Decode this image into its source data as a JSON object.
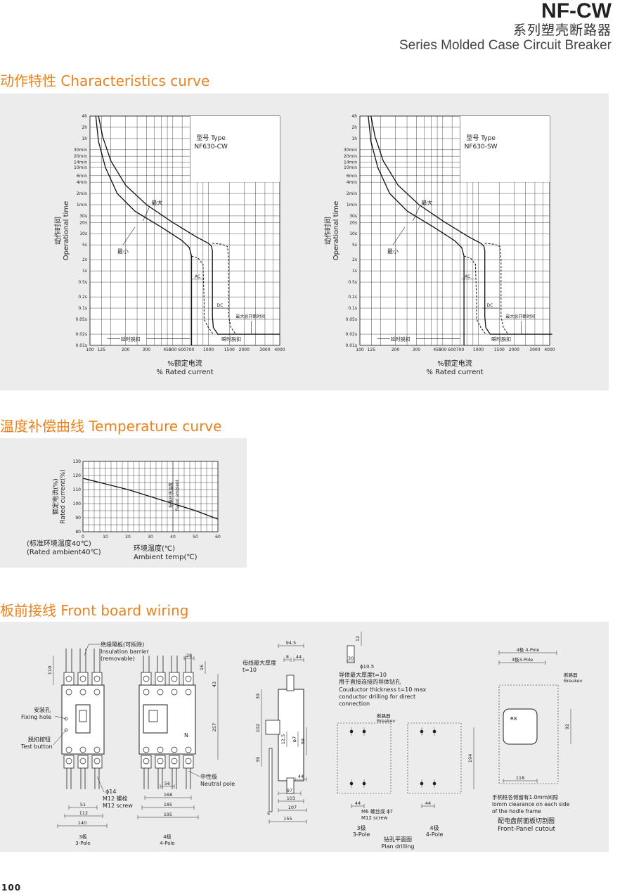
{
  "header": {
    "model": "NF-CW",
    "title_zh": "系列塑壳断路器",
    "title_en": "Series Molded Case Circuit Breaker"
  },
  "sections": {
    "characteristics": "动作特性  Characteristics curve",
    "temperature": "温度补偿曲线 Temperature curve",
    "wiring": "板前接线  Front board wiring"
  },
  "curves": {
    "time_ticks": [
      "4h",
      "2h",
      "1h",
      "30min",
      "20min",
      "14min",
      "10min",
      "6min",
      "4min",
      "2min",
      "1min",
      "30s",
      "20s",
      "10s",
      "5s",
      "2s",
      "1s",
      "0.5s",
      "0.2s",
      "0.1s",
      "0.05s",
      "0.02s",
      "0.01s"
    ],
    "current_ticks": [
      "100",
      "125",
      "200",
      "300",
      "450",
      "500",
      "600",
      "700",
      "1000",
      "1500",
      "2000",
      "3000",
      "4000"
    ],
    "ylabel_zh": "动作时间",
    "ylabel_en": "Operational time",
    "xlabel_zh": "%额定电流",
    "xlabel_en": "% Rated current",
    "max_label": "最大",
    "min_label": "最小",
    "ac_label": "AC",
    "dc_label": "DC",
    "max_break_label": "最大总开断时间",
    "delay_label": "延时脱扣",
    "instant_label": "瞬时脱扣",
    "chart1": {
      "type_label": "型号 Type",
      "model": "NF630-CW"
    },
    "chart2": {
      "type_label": "型号 Type",
      "model": "NF630-SW"
    }
  },
  "temperature": {
    "chart_data": {
      "type": "line",
      "x": [
        0,
        10,
        20,
        30,
        40,
        50,
        60
      ],
      "y": [
        118,
        114,
        110,
        105,
        100,
        95,
        89
      ],
      "xlim": [
        0,
        60
      ],
      "ylim": [
        80,
        130
      ],
      "xticks": [
        "0",
        "10",
        "20",
        "30",
        "40",
        "50",
        "60"
      ],
      "yticks": [
        "130",
        "120",
        "110",
        "100",
        "90",
        "80"
      ],
      "ylabel_zh": "额定电流(%)",
      "ylabel_en": "Rated current(%)",
      "xlabel_zh": "环境温度(℃)",
      "xlabel_en": "Ambient temp(℃)",
      "std_zh": "标准环境温度",
      "std_en": "Rated ambient",
      "note_zh": "(标准环境温度40℃)",
      "note_en": "(Rated ambient40℃)",
      "grid": true
    }
  },
  "wiring": {
    "barrier_zh": "绝缘隔板(可拆除)",
    "barrier_en1": "Insulation barrier",
    "barrier_en2": "(removable)",
    "fixing_zh": "安装孔",
    "fixing_en": "Fixing hole",
    "test_zh": "脱扣按钮",
    "test_en": "Test button",
    "screw_phi": "ϕ14",
    "screw_zh": "M12 螺栓",
    "screw_en": "M12 screw",
    "neutral_zh": "中性级",
    "neutral_en": "Neutral pole",
    "dims3": [
      "110",
      "51",
      "112",
      "140"
    ],
    "pole3_zh": "3极",
    "pole3_en": "3-Pole",
    "dims4": [
      "28",
      "16",
      "43",
      "257",
      "56",
      "168",
      "185",
      "195"
    ],
    "pole4_zh": "4极",
    "pole4_en": "4-Pole",
    "n_label": "N",
    "busbar_zh": "母线最大厚度",
    "busbar_t": "t=10",
    "side_dims": [
      "94.5",
      "8",
      "44",
      "39",
      "102",
      "39",
      "12.5",
      "ϕ7",
      "59",
      "44",
      "97",
      "103",
      "107",
      "5",
      "155"
    ],
    "drill_top_dims": [
      "12",
      "30",
      "ϕ10.5"
    ],
    "drill_zh1": "导体最大厚度t=10",
    "drill_zh2": "用于直接连接的导体钻孔",
    "drill_en1": "Couductor thickness t=10 max",
    "drill_en2": "conductor drilling for direct",
    "drill_en3": "connection",
    "breaker_zh": "断路器",
    "breaker_en": "Breakev",
    "plan_dims": [
      "194",
      "44",
      "44"
    ],
    "m6_zh": "M6 螺丝或 ϕ7",
    "m6_en": "M12 screw",
    "m6_phi": "ϕ7",
    "plan3_zh": "3极",
    "plan3_en": "3-Pole",
    "plan4_zh": "4极",
    "plan4_en": "4-Pole",
    "plan_zh": "钻孔平面图",
    "plan_en": "Plan drilling",
    "cut_top_4": "4极 4-Pole",
    "cut_top_3": "3极3-Pole",
    "cut_breaker_zh": "断路器",
    "cut_breaker_en": "Breukev",
    "cut_r": "R8",
    "cut_dims": [
      "92",
      "118"
    ],
    "clear_zh": "手柄框各侧留有1.0mm间隙",
    "clear_en1": "lomm clearance on each side",
    "clear_en2": "of the hodle frame",
    "cutout_zh": "配电盘前面板切割图",
    "cutout_en": "Front-Panel cutout"
  },
  "page": {
    "number": "100"
  },
  "colors": {
    "accent": "#e8821e",
    "panel": "#ececec"
  }
}
